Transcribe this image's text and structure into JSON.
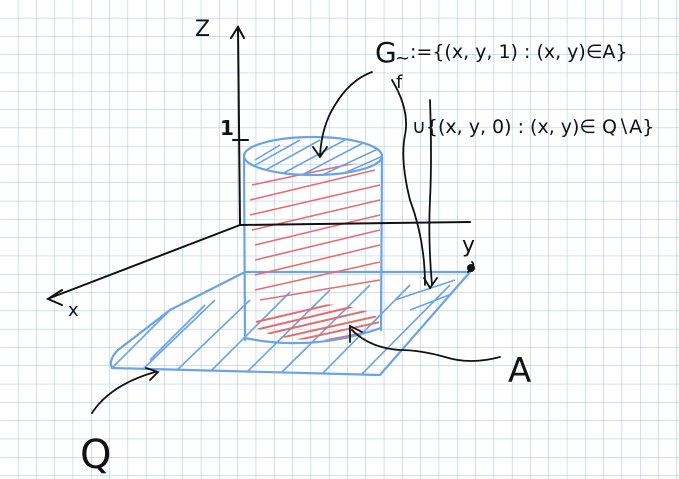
{
  "colors": {
    "grid": "#a9c1e6",
    "ink": "#111111",
    "blue": "#6aa3e8",
    "red": "#e86c6c"
  },
  "axes": {
    "z_label": "Z",
    "y_label": "y",
    "x_label": "x",
    "z_tick_label": "1"
  },
  "annotations": {
    "graph_name": "G",
    "graph_tilde": "~",
    "graph_sub": "f",
    "set_top": ":={(x, y, 1) : (x, y)∈A}",
    "set_bottom": "∪{(x, y, 0) : (x, y)∈ Q∖A}",
    "label_A": "A",
    "label_Q": "Q"
  }
}
